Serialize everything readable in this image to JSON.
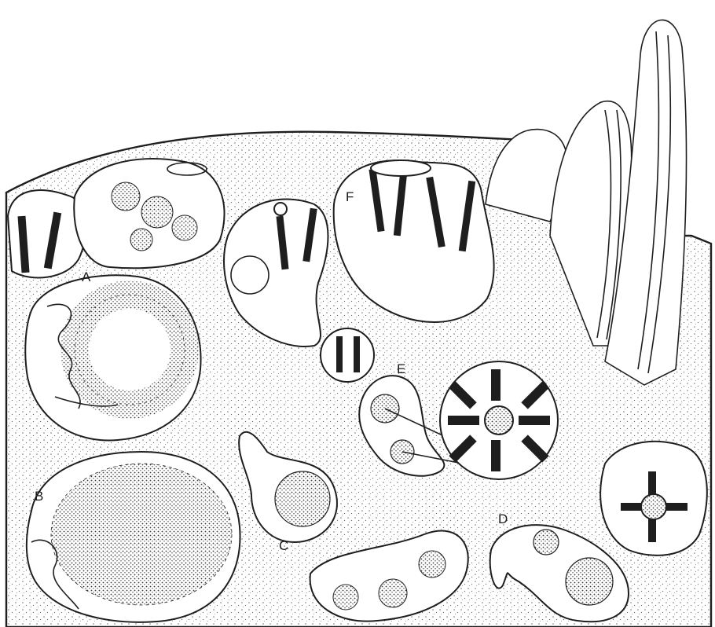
{
  "labels": {
    "a": "A",
    "b": "B",
    "c": "C",
    "d": "D",
    "e": "E",
    "f": "F"
  },
  "colors": {
    "ink": "#1e1e1e",
    "paper": "#ffffff",
    "stipple": "#6a6a6a"
  }
}
